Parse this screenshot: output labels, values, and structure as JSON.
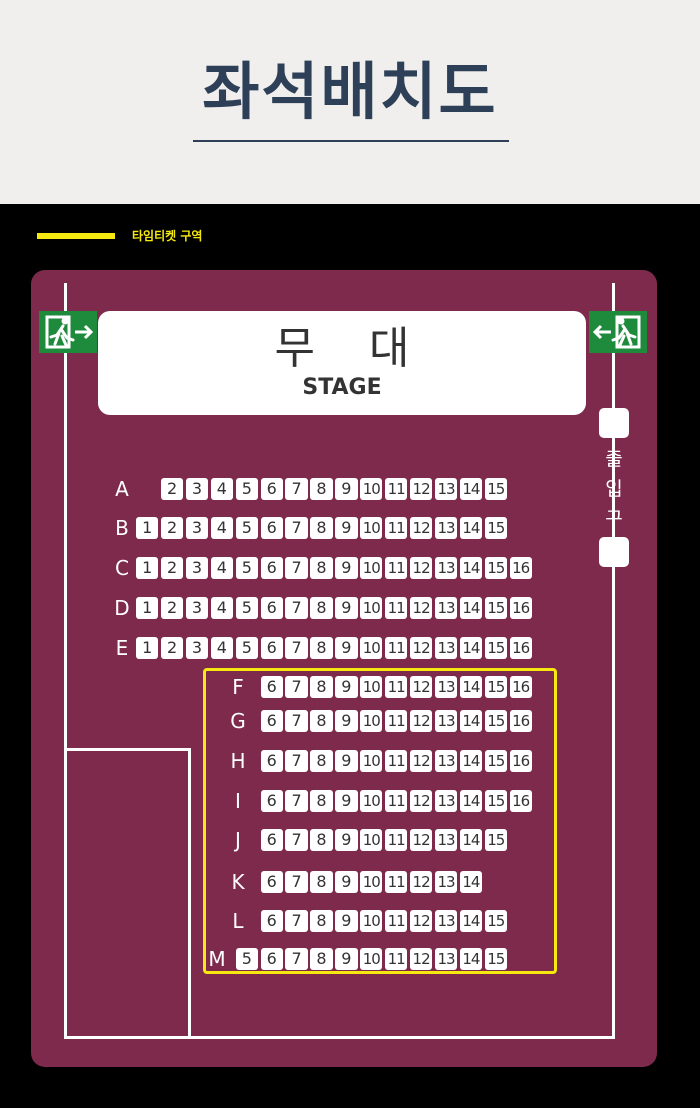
{
  "header": {
    "title": "좌석배치도"
  },
  "legend": {
    "label": "타임티켓 구역",
    "color": "#f5e90f"
  },
  "stage": {
    "label_ko": "무 대",
    "label_en": "STAGE"
  },
  "entrance": {
    "label": "출\n입\n구"
  },
  "icons": [
    "exit-sign-icon"
  ],
  "colors": {
    "hall": "#7d2a4c",
    "title": "#2e4057",
    "exit": "#1e8a3c"
  },
  "rows": [
    {
      "label": "A",
      "seats": [
        "2",
        "3",
        "4",
        "5",
        "6",
        "7",
        "8",
        "9",
        "10",
        "11",
        "12",
        "13",
        "14",
        "15"
      ]
    },
    {
      "label": "B",
      "seats": [
        "1",
        "2",
        "3",
        "4",
        "5",
        "6",
        "7",
        "8",
        "9",
        "10",
        "11",
        "12",
        "13",
        "14",
        "15"
      ]
    },
    {
      "label": "C",
      "seats": [
        "1",
        "2",
        "3",
        "4",
        "5",
        "6",
        "7",
        "8",
        "9",
        "10",
        "11",
        "12",
        "13",
        "14",
        "15",
        "16"
      ]
    },
    {
      "label": "D",
      "seats": [
        "1",
        "2",
        "3",
        "4",
        "5",
        "6",
        "7",
        "8",
        "9",
        "10",
        "11",
        "12",
        "13",
        "14",
        "15",
        "16"
      ]
    },
    {
      "label": "E",
      "seats": [
        "1",
        "2",
        "3",
        "4",
        "5",
        "6",
        "7",
        "8",
        "9",
        "10",
        "11",
        "12",
        "13",
        "14",
        "15",
        "16"
      ]
    },
    {
      "label": "F",
      "seats": [
        "6",
        "7",
        "8",
        "9",
        "10",
        "11",
        "12",
        "13",
        "14",
        "15",
        "16"
      ]
    },
    {
      "label": "G",
      "seats": [
        "6",
        "7",
        "8",
        "9",
        "10",
        "11",
        "12",
        "13",
        "14",
        "15",
        "16"
      ]
    },
    {
      "label": "H",
      "seats": [
        "6",
        "7",
        "8",
        "9",
        "10",
        "11",
        "12",
        "13",
        "14",
        "15",
        "16"
      ]
    },
    {
      "label": "I",
      "seats": [
        "6",
        "7",
        "8",
        "9",
        "10",
        "11",
        "12",
        "13",
        "14",
        "15",
        "16"
      ]
    },
    {
      "label": "J",
      "seats": [
        "6",
        "7",
        "8",
        "9",
        "10",
        "11",
        "12",
        "13",
        "14",
        "15"
      ]
    },
    {
      "label": "K",
      "seats": [
        "6",
        "7",
        "8",
        "9",
        "10",
        "11",
        "12",
        "13",
        "14"
      ]
    },
    {
      "label": "L",
      "seats": [
        "6",
        "7",
        "8",
        "9",
        "10",
        "11",
        "12",
        "13",
        "14",
        "15"
      ]
    },
    {
      "label": "M",
      "seats": [
        "5",
        "6",
        "7",
        "8",
        "9",
        "10",
        "11",
        "12",
        "13",
        "14",
        "15"
      ]
    }
  ]
}
